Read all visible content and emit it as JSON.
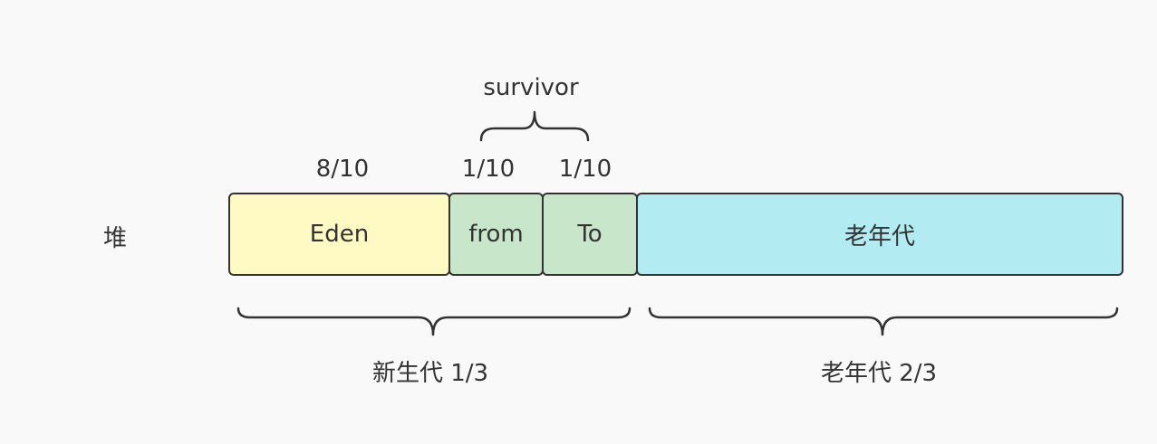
{
  "heap_label": "堆",
  "survivor_label": "survivor",
  "ratios": {
    "eden": "8/10",
    "from": "1/10",
    "to": "1/10"
  },
  "regions": {
    "eden": {
      "label": "Eden",
      "color": "#fff9c4"
    },
    "from": {
      "label": "from",
      "color": "#c8e6c9"
    },
    "to": {
      "label": "To",
      "color": "#c8e6c9"
    },
    "old": {
      "label": "老年代",
      "color": "#b2ebf2"
    }
  },
  "bottom_labels": {
    "young": "新生代 1/3",
    "old": "老年代 2/3"
  },
  "colors": {
    "stroke": "#333333",
    "background": "#f9f9f9"
  }
}
